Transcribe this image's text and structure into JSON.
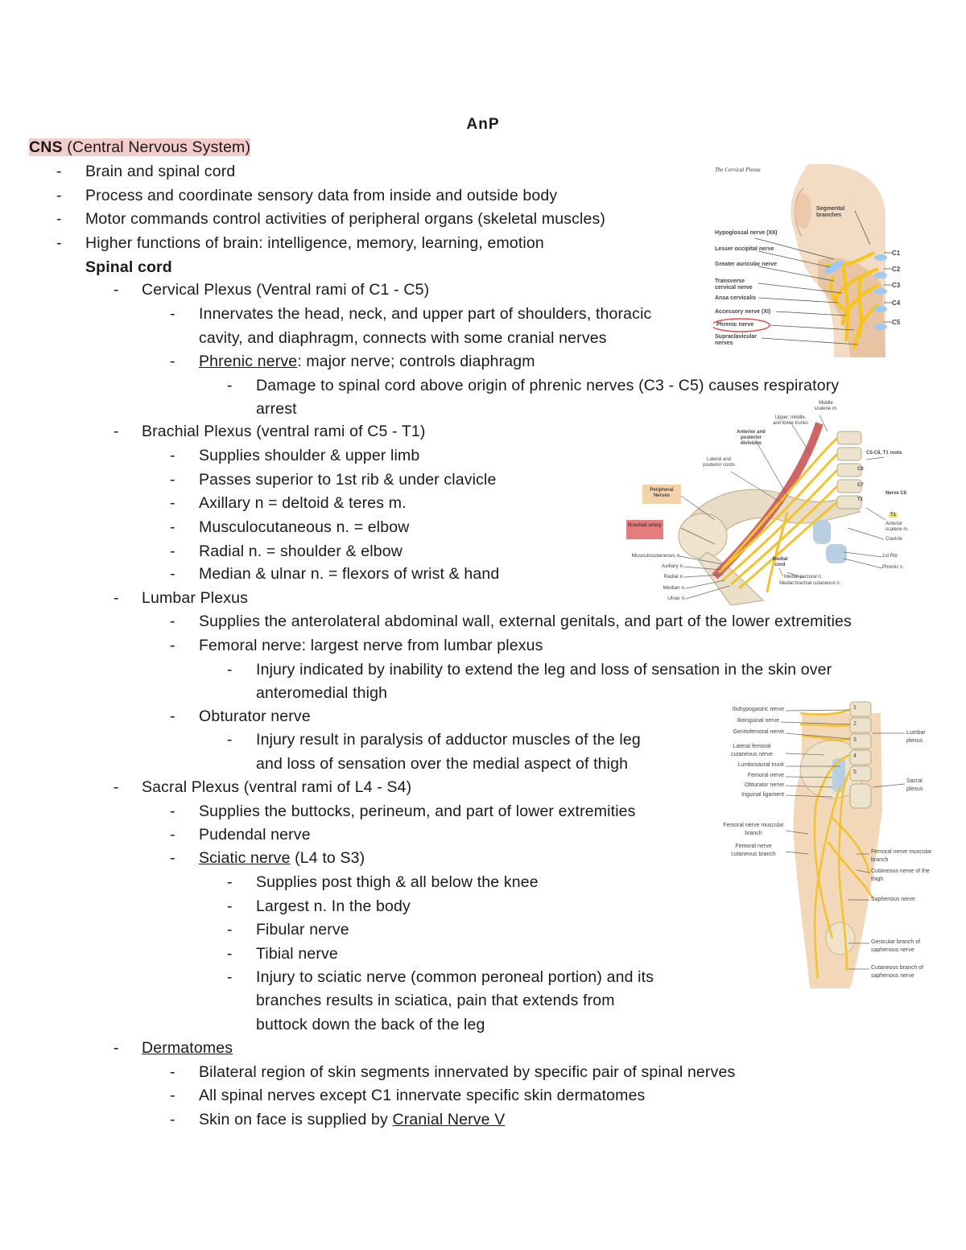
{
  "title": "AnP",
  "cns": {
    "bold": "CNS",
    "rest": " (Central Nervous System)"
  },
  "cns_items": [
    "Brain and spinal cord",
    "Process and coordinate sensory data from inside and outside body",
    "Motor commands control activities of peripheral organs (skeletal muscles)",
    "Higher functions of brain: intelligence, memory, learning, emotion"
  ],
  "spinal_cord": "Spinal cord",
  "cervical": {
    "heading": "Cervical Plexus (Ventral rami of C1 - C5)",
    "innervates_1": "Innervates the head, neck, and upper part of shoulders, thoracic",
    "innervates_2": "cavity, and diaphragm, connects with some cranial nerves",
    "phrenic_term": "Phrenic nerve",
    "phrenic_rest": ": major nerve; controls diaphragm",
    "damage_1": "Damage to spinal cord above origin of phrenic nerves (C3 - C5) causes respiratory",
    "damage_2": "arrest"
  },
  "brachial": {
    "heading": "Brachial Plexus (ventral rami of C5 - T1)",
    "items": [
      "Supplies shoulder & upper limb",
      "Passes superior to 1st rib & under clavicle",
      "Axillary n = deltoid & teres m.",
      "Musculocutaneous n. = elbow",
      "Radial n. = shoulder & elbow",
      "Median & ulnar n. = flexors of wrist & hand"
    ]
  },
  "lumbar": {
    "heading": "Lumbar Plexus",
    "supplies": "Supplies the anterolateral abdominal wall, external genitals, and part of the lower extremities",
    "femoral": "Femoral nerve: largest nerve from lumbar plexus",
    "femoral_injury_1": "Injury indicated by inability to extend the leg and loss of sensation in the skin over",
    "femoral_injury_2": "anteromedial thigh",
    "obturator": "Obturator nerve",
    "obturator_injury_1": "Injury result in paralysis of adductor muscles of the leg",
    "obturator_injury_2": "and loss of sensation over the medial aspect of thigh"
  },
  "sacral": {
    "heading": "Sacral Plexus (ventral rami of L4 - S4)",
    "supplies": "Supplies the buttocks, perineum, and part of lower extremities",
    "pudendal": "Pudendal nerve",
    "sciatic_term": "Sciatic nerve",
    "sciatic_rest": " (L4 to S3)",
    "sciatic_items": [
      "Supplies post thigh & all below the knee",
      "Largest n. In the body",
      "Fibular nerve",
      "Tibial nerve"
    ],
    "sciatic_injury_1": "Injury to sciatic nerve (common peroneal portion) and its",
    "sciatic_injury_2": "branches results in sciatica, pain that extends from",
    "sciatic_injury_3": "buttock down the back of the leg"
  },
  "dermatomes": {
    "heading": "Dermatomes",
    "items": [
      "Bilateral region of skin segments innervated by specific pair of spinal nerves",
      "All spinal nerves except C1 innervate specific skin dermatomes"
    ],
    "face_prefix": "Skin on face is supplied by ",
    "face_link": "Cranial Nerve V"
  },
  "dash": "-",
  "figures": {
    "cervical": {
      "title": "The Cervical Plexus",
      "labels": [
        "Hypoglossal nerve (XII)",
        "Lesser occipital nerve",
        "Greater auricular nerve",
        "Transverse cervical nerve",
        "Ansa cervicalis",
        "Accessory nerve (XI)",
        "Phrenic nerve",
        "Supraclavicular nerves"
      ],
      "segmental": "Segmental branches",
      "levels": [
        "C1",
        "C2",
        "C3",
        "C4",
        "C5"
      ]
    },
    "brachial": {
      "left_labels": [
        "Musculocutaneous n.",
        "Axillary n.",
        "Radial n.",
        "Median n.",
        "Ulnar n."
      ],
      "peripheral": "Peripheral Nerves",
      "artery": "Brachial artery",
      "top_labels": [
        "Anterior and posterior divisions",
        "Lateral and posterior cords",
        "Upper, middle, and lower trunks",
        "Middle scalene m."
      ],
      "right_labels": [
        "C5-C8, T1 roots",
        "C6",
        "C7",
        "T1",
        "Nerve C8",
        "T1",
        "Anterior scalene m.",
        "Clavicle",
        "1st Rib",
        "Phrenic n."
      ],
      "bottom_labels": [
        "Medial cord",
        "Medial pectoral n.",
        "Medial brachial cutaneous n."
      ]
    },
    "lumbar": {
      "left_labels": [
        "Iliohypogastric nerve",
        "Ilioinguinal nerve",
        "Genitofemoral nerve",
        "Lateral femoral cutaneous nerve",
        "Lumbosacral trunk",
        "Femoral nerve",
        "Obturator nerve",
        "Inguinal ligament",
        "Femoral nerve muscular branch",
        "Femoral nerve cutaneous branch"
      ],
      "right_labels": [
        "Lumbar plexus",
        "Sacral plexus",
        "Femoral nerve muscular branch",
        "Cutaneous nerve of the thigh",
        "Saphenous nerve",
        "Genicular branch of saphenous nerve",
        "Cutaneous branch of saphenous nerve"
      ],
      "vertebrae": [
        "1",
        "2",
        "3",
        "4",
        "5"
      ]
    }
  }
}
